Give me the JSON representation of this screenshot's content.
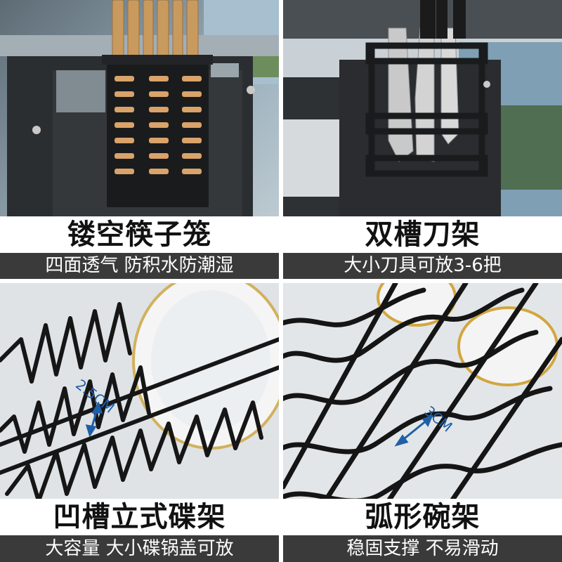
{
  "panels": [
    {
      "title": "镂空筷子笼",
      "subtitle": "四面透气 防积水防潮湿"
    },
    {
      "title": "双槽刀架",
      "subtitle": "大小刀具可放3-6把"
    },
    {
      "title": "凹槽立式碟架",
      "subtitle": "大容量 大小碟锅盖可放",
      "measurement": "2.5CM"
    },
    {
      "title": "弧形碗架",
      "subtitle": "稳固支撑 不易滑动",
      "measurement": "3CM"
    }
  ]
}
